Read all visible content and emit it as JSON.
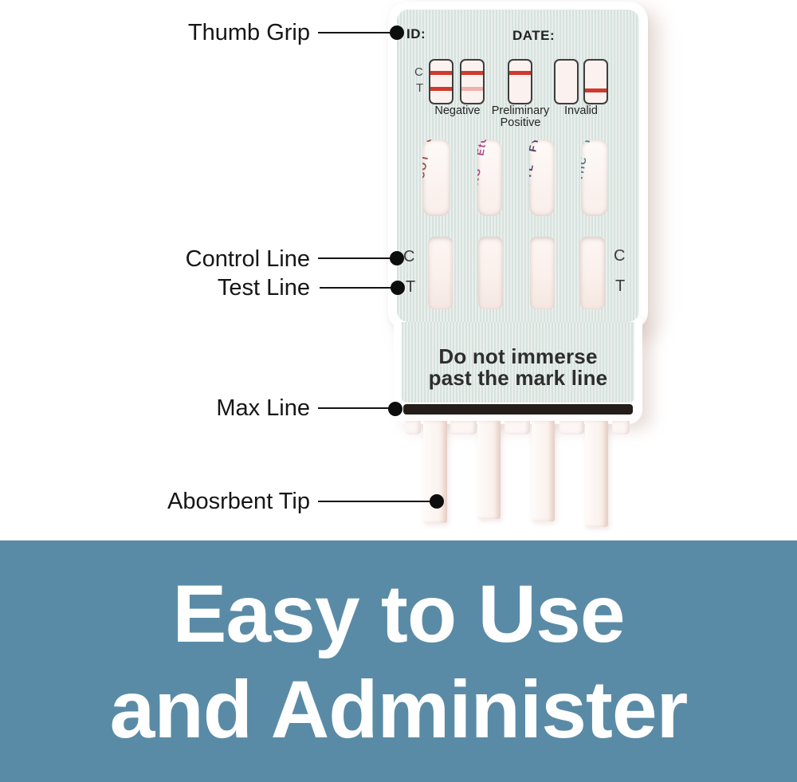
{
  "callouts": [
    {
      "id": "thumb-grip",
      "label": "Thumb Grip"
    },
    {
      "id": "control-line",
      "label": "Control Line"
    },
    {
      "id": "test-line",
      "label": "Test Line"
    },
    {
      "id": "max-line",
      "label": "Max Line"
    },
    {
      "id": "absorbent-tip",
      "label": "Abosrbent Tip"
    }
  ],
  "device": {
    "id_label": "ID:",
    "date_label": "DATE:",
    "legend": {
      "row_c": "C",
      "row_t": "T",
      "line_color_strong": "#cf3a2d",
      "line_color_faint": "#eeb1ab",
      "boxes": [
        {
          "c_line": "strong",
          "t_line": "strong"
        },
        {
          "c_line": "strong",
          "t_line": "faint"
        },
        {
          "c_line": "strong",
          "t_line": "none"
        },
        {
          "c_line": "none",
          "t_line": "none"
        },
        {
          "c_line": "none",
          "t_line": "strong"
        }
      ],
      "captions": [
        {
          "text": "Negative"
        },
        {
          "text": "Preliminary Positive"
        },
        {
          "text": "Invalid"
        }
      ]
    },
    "specimen_strips": [
      {
        "code": "COT",
        "color": "#8a4434"
      },
      {
        "code": "EtG",
        "color": "#a03a80"
      },
      {
        "code": "FYL",
        "color": "#46295f"
      },
      {
        "code": "THC",
        "color": "#2e7d82"
      }
    ],
    "result_window": {
      "left_c": "C",
      "left_t": "T",
      "right_c": "C",
      "right_t": "T"
    },
    "warning_line1": "Do not immerse",
    "warning_line2": "past the mark line"
  },
  "banner": {
    "line1": "Easy to Use",
    "line2": "and Administer",
    "background": "#5a8ba6",
    "text_color": "#ffffff"
  }
}
